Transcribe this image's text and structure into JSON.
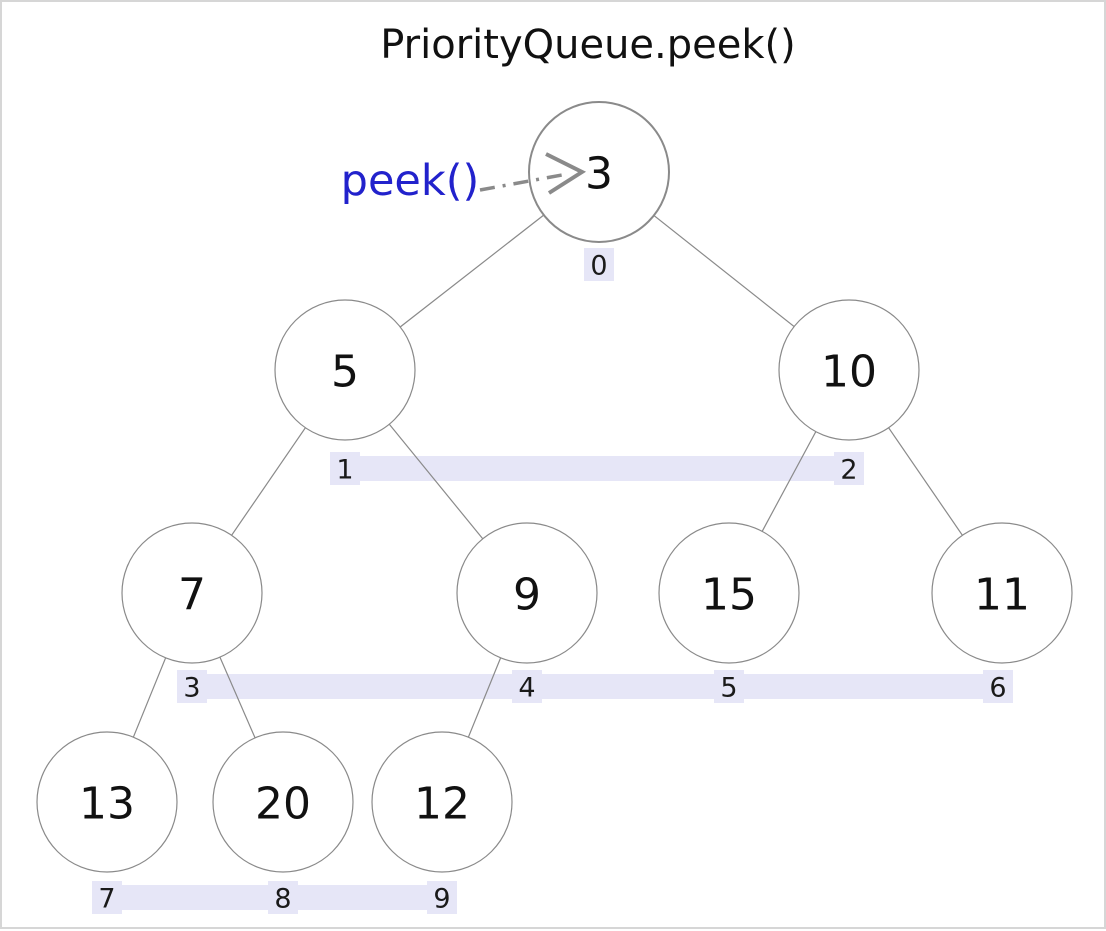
{
  "title": "PriorityQueue.peek()",
  "annotation": {
    "label": "peek()",
    "color": "#2222cc"
  },
  "colors": {
    "index_bg": "#e6e6f7",
    "root_fill": "#e4e4e4",
    "node_fill": "#ffffff",
    "node_stroke": "#8a8a8a",
    "edge": "#8a8a8a",
    "arrow": "#8a8a8a",
    "text": "#111111"
  },
  "heap": {
    "nodes": [
      {
        "value": "3",
        "index": "0"
      },
      {
        "value": "5",
        "index": "1"
      },
      {
        "value": "10",
        "index": "2"
      },
      {
        "value": "7",
        "index": "3"
      },
      {
        "value": "9",
        "index": "4"
      },
      {
        "value": "15",
        "index": "5"
      },
      {
        "value": "11",
        "index": "6"
      },
      {
        "value": "13",
        "index": "7"
      },
      {
        "value": "20",
        "index": "8"
      },
      {
        "value": "12",
        "index": "9"
      }
    ]
  }
}
